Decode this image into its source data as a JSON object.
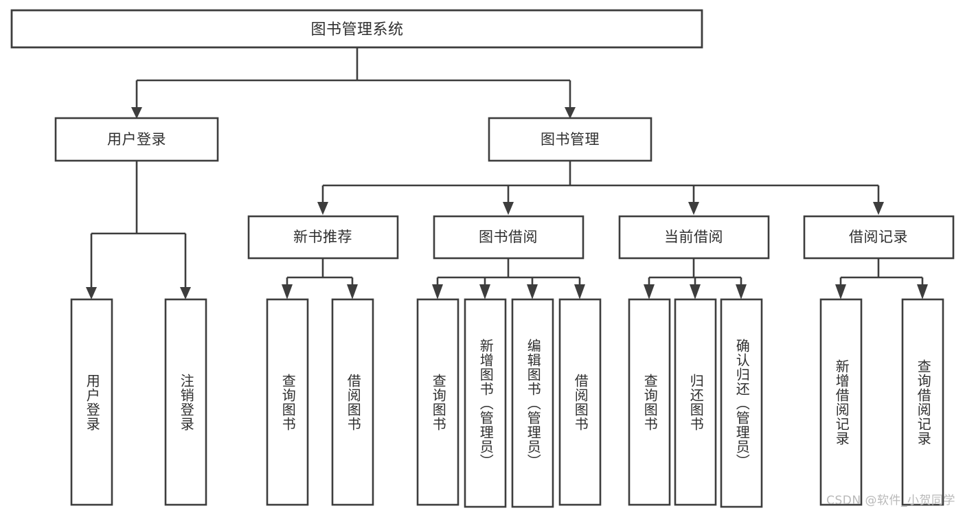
{
  "diagram": {
    "title": "图书管理系统",
    "type": "tree",
    "orientation": "top-down",
    "colors": {
      "box_fill": "#ffffff",
      "box_stroke": "#3d3d3d",
      "text": "#2f2f2f",
      "background": "#ffffff",
      "watermark": "#b9b9b9"
    },
    "nodes": {
      "root": {
        "label": "图书管理系统",
        "level": 1,
        "text_orientation": "horizontal"
      },
      "level2": [
        {
          "id": "user-login",
          "label": "用户登录",
          "text_orientation": "horizontal"
        },
        {
          "id": "book-manage",
          "label": "图书管理",
          "text_orientation": "horizontal"
        }
      ],
      "level3": [
        {
          "id": "new-book-rec",
          "label": "新书推荐",
          "parent": "book-manage",
          "text_orientation": "horizontal"
        },
        {
          "id": "book-borrow",
          "label": "图书借阅",
          "parent": "book-manage",
          "text_orientation": "horizontal"
        },
        {
          "id": "current-borrow",
          "label": "当前借阅",
          "parent": "book-manage",
          "text_orientation": "horizontal"
        },
        {
          "id": "borrow-record",
          "label": "借阅记录",
          "parent": "book-manage",
          "text_orientation": "horizontal"
        }
      ],
      "leaves": [
        {
          "id": "leaf-user-login",
          "label": "用户登录",
          "parent": "user-login",
          "text_orientation": "vertical"
        },
        {
          "id": "leaf-user-logout",
          "label": "注销登录",
          "parent": "user-login",
          "text_orientation": "vertical"
        },
        {
          "id": "leaf-query-book-1",
          "label": "查询图书",
          "parent": "new-book-rec",
          "text_orientation": "vertical"
        },
        {
          "id": "leaf-borrow-book-1",
          "label": "借阅图书",
          "parent": "new-book-rec",
          "text_orientation": "vertical"
        },
        {
          "id": "leaf-query-book-2",
          "label": "查询图书",
          "parent": "book-borrow",
          "text_orientation": "vertical"
        },
        {
          "id": "leaf-add-book",
          "label": "新增图书（管理员）",
          "parent": "book-borrow",
          "text_orientation": "vertical"
        },
        {
          "id": "leaf-edit-book",
          "label": "编辑图书（管理员）",
          "parent": "book-borrow",
          "text_orientation": "vertical"
        },
        {
          "id": "leaf-borrow-book-2",
          "label": "借阅图书",
          "parent": "book-borrow",
          "text_orientation": "vertical"
        },
        {
          "id": "leaf-query-book-3",
          "label": "查询图书",
          "parent": "current-borrow",
          "text_orientation": "vertical"
        },
        {
          "id": "leaf-return-book",
          "label": "归还图书",
          "parent": "current-borrow",
          "text_orientation": "vertical"
        },
        {
          "id": "leaf-confirm-return",
          "label": "确认归还（管理员）",
          "parent": "current-borrow",
          "text_orientation": "vertical"
        },
        {
          "id": "leaf-add-record",
          "label": "新增借阅记录",
          "parent": "borrow-record",
          "text_orientation": "vertical"
        },
        {
          "id": "leaf-query-record",
          "label": "查询借阅记录",
          "parent": "borrow-record",
          "text_orientation": "vertical"
        }
      ]
    },
    "watermark": "CSDN @软件_小贺同学"
  }
}
